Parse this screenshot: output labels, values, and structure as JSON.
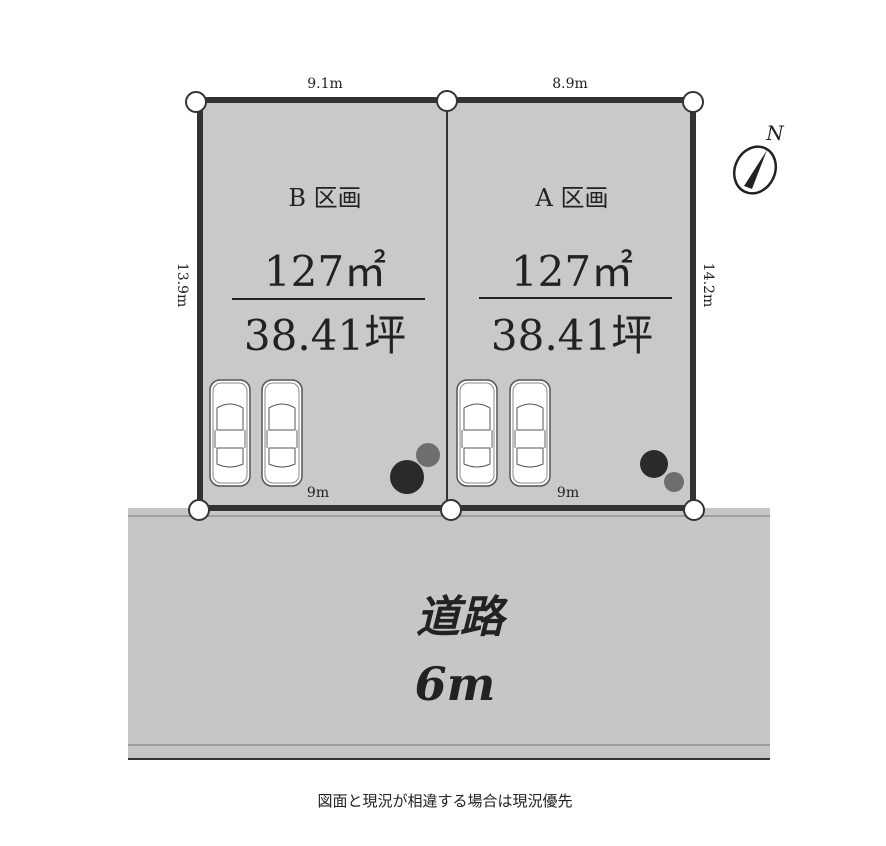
{
  "colors": {
    "lot_fill": "#c9c9c9",
    "road_fill": "#c6c6c6",
    "border": "#333333",
    "tree_dark": "#2a2a2a",
    "tree_light": "#6e6e6e"
  },
  "lots": [
    {
      "name": "B 区画",
      "area_sqm": "127㎡",
      "area_tsubo": "38.41坪",
      "top_width": "9.1m",
      "frontage": "9m",
      "side_depth": "13.9m"
    },
    {
      "name": "A 区画",
      "area_sqm": "127㎡",
      "area_tsubo": "38.41坪",
      "top_width": "8.9m",
      "frontage": "9m",
      "side_depth": "14.2m"
    }
  ],
  "road": {
    "label": "道路",
    "width": "6m"
  },
  "compass": {
    "label": "N"
  },
  "caption": "図面と現況が相違する場合は現況優先"
}
